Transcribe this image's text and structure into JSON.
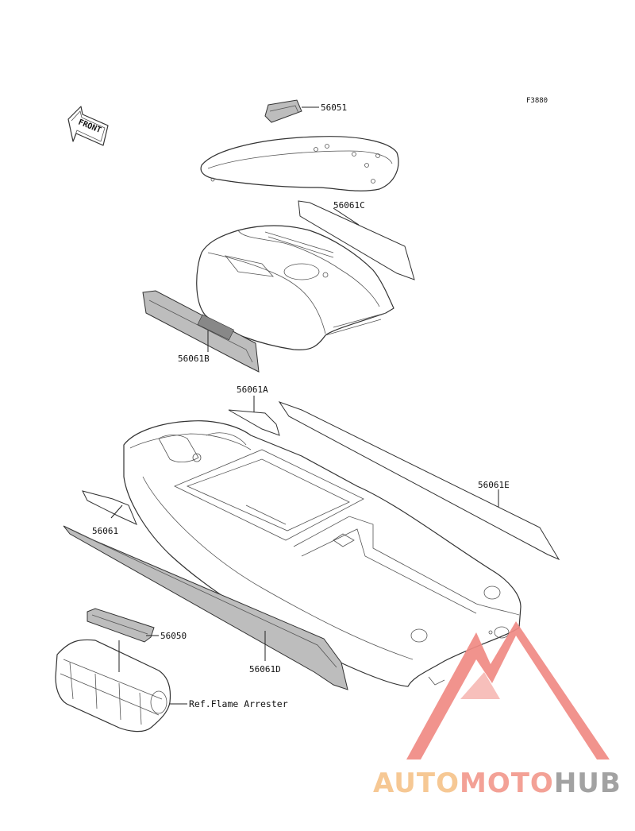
{
  "diagram": {
    "figure_code": "F3880",
    "front_label": "FRONT",
    "parts": {
      "p56051": "56051",
      "p56061C": "56061C",
      "p56061B": "56061B",
      "p56061A": "56061A",
      "p56061E": "56061E",
      "p56061": "56061",
      "p56050": "56050",
      "p56061D": "56061D"
    },
    "reference": "Ref.Flame Arrester"
  },
  "watermark": {
    "part1": "AUTO",
    "part2": "MOTO",
    "part3": "HUB",
    "colors": {
      "auto": "#f6c48c",
      "moto": "#f39a8e",
      "hub": "#9b9b9b",
      "triangle": "#f08a84"
    }
  }
}
